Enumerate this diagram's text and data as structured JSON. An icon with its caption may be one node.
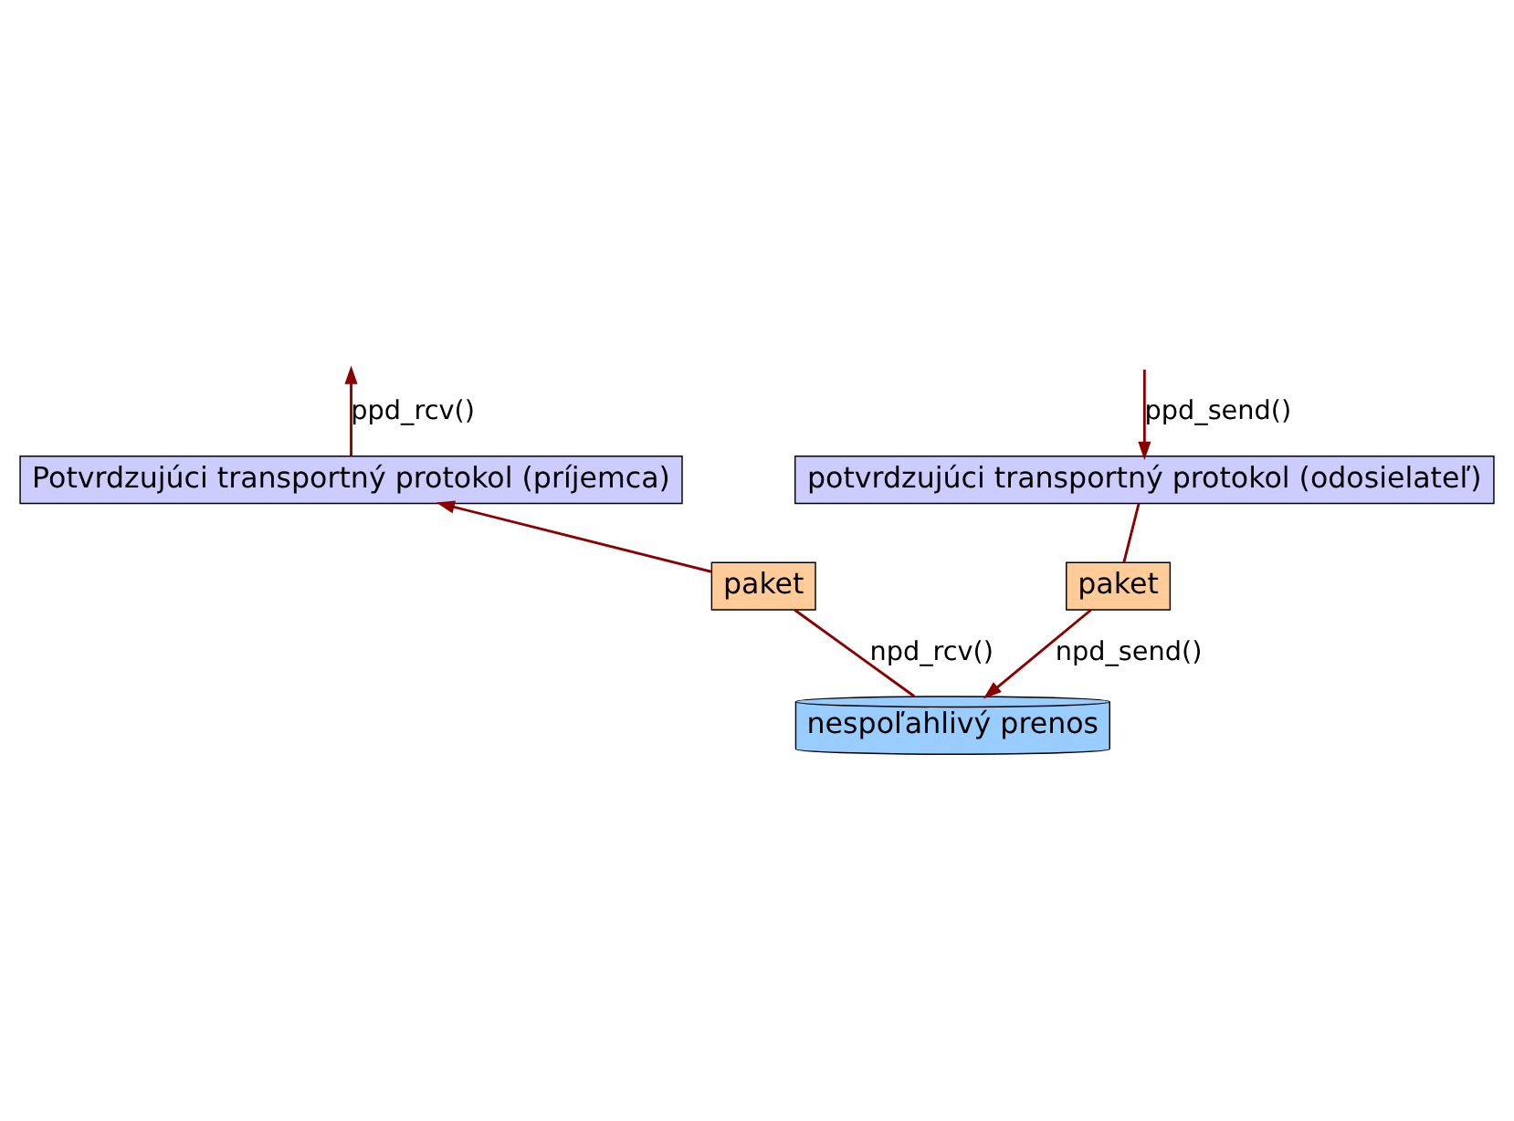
{
  "diagram": {
    "nodes": [
      {
        "text": [
          "potvrdzujúci transportný protokol (odosielateľ)"
        ]
      },
      {
        "text": [
          "Potvrdzujúci transportný protokol (príjemca)"
        ]
      },
      {
        "text": [
          "paket"
        ]
      },
      {
        "text": [
          "paket"
        ]
      },
      {
        "text": [
          "nespoľahlivý prenos"
        ]
      }
    ],
    "edges": [
      {
        "from": null,
        "to": 0,
        "arrow": "to",
        "label": "ppd_send()"
      },
      {
        "from": 1,
        "to": null,
        "arrow": "to",
        "label": "ppd_rcv()"
      },
      {
        "from": 0,
        "to": 2,
        "arrow": "none"
      },
      {
        "from": 2,
        "to": 4,
        "arrow": "to",
        "label": "npd_send()"
      },
      {
        "from": 4,
        "to": 3,
        "arrow": "none",
        "label": "npd_rcv()"
      },
      {
        "from": 3,
        "to": 1,
        "arrow": "to"
      }
    ]
  }
}
